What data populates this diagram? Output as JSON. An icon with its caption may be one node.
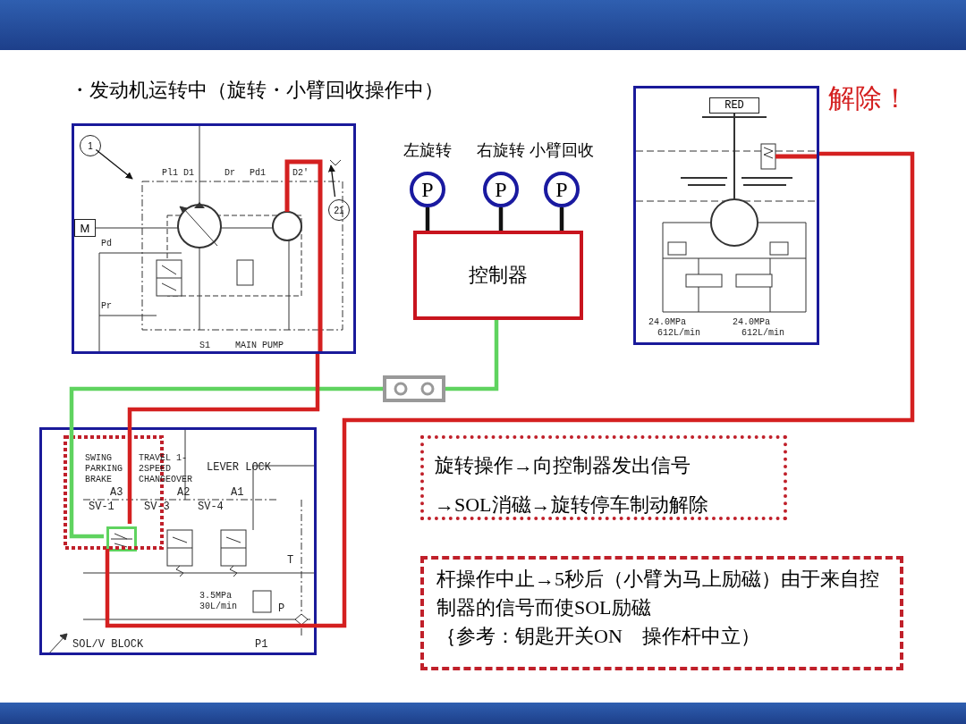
{
  "diagram": {
    "title": "・发动机运转中（旋转・小臂回收操作中）",
    "nodes": [
      {
        "text": [],
        "shape": "box"
      },
      {
        "text": [
          "1"
        ],
        "in": 0
      },
      {
        "text": [
          "M"
        ],
        "in": 0
      },
      {
        "text": [
          "21"
        ],
        "in": 0
      },
      {
        "text": [
          "P"
        ],
        "beside": [
          "左旋转"
        ]
      },
      {
        "text": [
          "P"
        ],
        "beside": [
          "右旋转"
        ]
      },
      {
        "text": [
          "P"
        ],
        "beside": [
          "小臂回收"
        ]
      },
      {
        "text": [
          "控制器"
        ]
      },
      {
        "text": [],
        "shape": "box"
      },
      {
        "text": [
          "RED"
        ],
        "in": 8
      },
      {
        "text": [],
        "shape": "box"
      },
      {
        "text": [],
        "shape": "box"
      },
      {
        "text": [],
        "shape": "box",
        "in": 11
      },
      {
        "text": [
          "旋转操作→向控制器发出信号 →SOL消磁→旋转停车制动解除"
        ]
      },
      {
        "text": [
          "杆操作中止→5秒后（小臂为马上励磁）由于来自控制器的信号而使SOL励磁",
          "｛参考：钥匙开关ON　操作杆中立）"
        ]
      }
    ],
    "edges": [
      {
        "from": 1,
        "to": null,
        "arrow": "to"
      },
      {
        "from": 3,
        "to": null,
        "arrow": "to"
      },
      {
        "from": 4,
        "to": 7,
        "arrow": "none"
      },
      {
        "from": 5,
        "to": 7,
        "arrow": "none"
      },
      {
        "from": 6,
        "to": 7,
        "arrow": "none"
      },
      {
        "from": 7,
        "to": 10,
        "arrow": "none",
        "color": "#5fd35f"
      },
      {
        "from": 10,
        "to": 12,
        "arrow": "none",
        "color": "#5fd35f"
      },
      {
        "from": 0,
        "to": 12,
        "arrow": "none",
        "color": "#d42020"
      },
      {
        "from": 12,
        "to": 8,
        "arrow": "none",
        "color": "#d42020"
      }
    ],
    "labels": [
      "Pl1",
      "D1",
      "Dr",
      "Pd1",
      "D2'",
      "Pd",
      "Pr",
      "S1",
      "MAIN PUMP",
      "解除！",
      "24.0MPa",
      "612L/min",
      "24.0MPa",
      "612L/min",
      "SWING PARKING BRAKE",
      "TRAVEL 1-2SPEED CHANGEOVER",
      "LEVER LOCK",
      "A3",
      "A2",
      "A1",
      "SV-1",
      "SV-3",
      "SV-4",
      "T",
      "3.5MPa",
      "30L/min",
      "P",
      "SOL/V BLOCK",
      "P1"
    ]
  }
}
